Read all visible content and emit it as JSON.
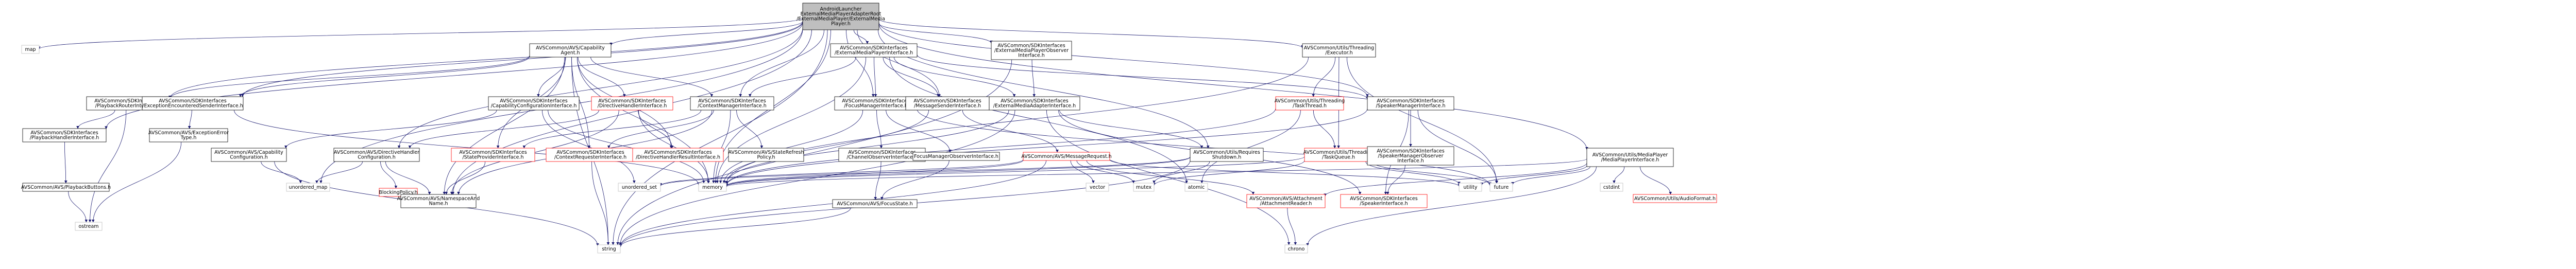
{
  "colors": {
    "root_fill": "#bfbfbf",
    "node_fill": "#ffffff",
    "node_border": "#000000",
    "node_border_red": "#ff0000",
    "ext_border": "#bfbfbf",
    "edge": "#191970",
    "text": "#000000"
  },
  "nodes": [
    {
      "id": "root",
      "kind": "root",
      "lines": [
        "AndroidLauncher",
        "ExternalMediaPlayerAdapterRoot",
        "/ExternalMediaPlayer/ExternalMedia",
        "Player.h"
      ]
    },
    {
      "id": "map",
      "kind": "ext",
      "lines": [
        "map"
      ]
    },
    {
      "id": "capagent",
      "kind": "doc",
      "lines": [
        "AVSCommon/AVS/Capability",
        "Agent.h"
      ]
    },
    {
      "id": "extmpi",
      "kind": "doc",
      "lines": [
        "AVSCommon/SDKInterfaces",
        "/ExternalMediaPlayerInterface.h"
      ]
    },
    {
      "id": "extmpobs",
      "kind": "doc",
      "lines": [
        "AVSCommon/SDKInterfaces",
        "/ExternalMediaPlayerObserver",
        "Interface.h"
      ]
    },
    {
      "id": "threadexec",
      "kind": "doc",
      "lines": [
        "AVSCommon/Utils/Threading",
        "/Executor.h"
      ]
    },
    {
      "id": "playbackrouter",
      "kind": "doc",
      "lines": [
        "AVSCommon/SDKInterfaces",
        "/PlaybackRouterInterface.h"
      ]
    },
    {
      "id": "excsender",
      "kind": "doc",
      "lines": [
        "AVSCommon/SDKInterfaces",
        "/ExceptionEncounteredSenderInterface.h"
      ]
    },
    {
      "id": "capconfig",
      "kind": "doc",
      "lines": [
        "AVSCommon/SDKInterfaces",
        "/CapabilityConfigurationInterface.h"
      ]
    },
    {
      "id": "dirhandler",
      "kind": "red",
      "lines": [
        "AVSCommon/SDKInterfaces",
        "/DirectiveHandlerInterface.h"
      ]
    },
    {
      "id": "ctxmgr",
      "kind": "doc",
      "lines": [
        "AVSCommon/SDKInterfaces",
        "/ContextManagerInterface.h"
      ]
    },
    {
      "id": "focusmgr",
      "kind": "doc",
      "lines": [
        "AVSCommon/SDKInterfaces",
        "/FocusManagerInterface.h"
      ]
    },
    {
      "id": "msgsender",
      "kind": "doc",
      "lines": [
        "AVSCommon/SDKInterfaces",
        "/MessageSenderInterface.h"
      ]
    },
    {
      "id": "extmediaadapter",
      "kind": "doc",
      "lines": [
        "AVSCommon/SDKInterfaces",
        "/ExternalMediaAdapterInterface.h"
      ]
    },
    {
      "id": "tasktype",
      "kind": "red",
      "lines": [
        "AVSCommon/Utils/Threading",
        "/TaskThread.h"
      ]
    },
    {
      "id": "speakermgr",
      "kind": "doc",
      "lines": [
        "AVSCommon/SDKInterfaces",
        "/SpeakerManagerInterface.h"
      ]
    },
    {
      "id": "playbackhandler",
      "kind": "doc",
      "lines": [
        "AVSCommon/SDKInterfaces",
        "/PlaybackHandlerInterface.h"
      ]
    },
    {
      "id": "excerrortype",
      "kind": "doc",
      "lines": [
        "AVSCommon/AVS/ExceptionError",
        "Type.h"
      ]
    },
    {
      "id": "capconfiguration",
      "kind": "doc",
      "lines": [
        "AVSCommon/AVS/Capability",
        "Configuration.h"
      ]
    },
    {
      "id": "avsdirhandlercfg",
      "kind": "doc",
      "lines": [
        "AVSCommon/AVS/DirectiveHandler",
        "Configuration.h"
      ]
    },
    {
      "id": "stateprovider",
      "kind": "red",
      "lines": [
        "AVSCommon/SDKInterfaces",
        "/StateProviderInterface.h"
      ]
    },
    {
      "id": "ctxrequester",
      "kind": "red",
      "lines": [
        "AVSCommon/SDKInterfaces",
        "/ContextRequesterInterface.h"
      ]
    },
    {
      "id": "dirhandlerresult",
      "kind": "red",
      "lines": [
        "AVSCommon/SDKInterfaces",
        "/DirectiveHandlerResultInterface.h"
      ]
    },
    {
      "id": "staterefresh",
      "kind": "doc",
      "lines": [
        "AVSCommon/AVS/StateRefresh",
        "Policy.h"
      ]
    },
    {
      "id": "channelobs",
      "kind": "doc",
      "lines": [
        "AVSCommon/SDKInterfaces",
        "/ChannelObserverInterface.h"
      ]
    },
    {
      "id": "focusmgrobs",
      "kind": "doc",
      "lines": [
        "FocusManagerObserverInterface.h"
      ]
    },
    {
      "id": "msgrequest",
      "kind": "red",
      "lines": [
        "AVSCommon/AVS/MessageRequest.h"
      ]
    },
    {
      "id": "reqshutdown",
      "kind": "doc",
      "lines": [
        "AVSCommon/Utils/Requires",
        "Shutdown.h"
      ]
    },
    {
      "id": "tasktypequeue",
      "kind": "red",
      "lines": [
        "AVSCommon/Utils/Threading",
        "/TaskQueue.h"
      ]
    },
    {
      "id": "speakermgrobs",
      "kind": "doc",
      "lines": [
        "AVSCommon/SDKInterfaces",
        "/SpeakerManagerObserver",
        "Interface.h"
      ]
    },
    {
      "id": "mediaplayer",
      "kind": "doc",
      "lines": [
        "AVSCommon/Utils/MediaPlayer",
        "/MediaPlayerInterface.h"
      ]
    },
    {
      "id": "playbackbuttons",
      "kind": "doc",
      "lines": [
        "AVSCommon/AVS/PlaybackButtons.h"
      ]
    },
    {
      "id": "blockingpolicy",
      "kind": "red",
      "lines": [
        "BlockingPolicy.h"
      ]
    },
    {
      "id": "nsname",
      "kind": "doc",
      "lines": [
        "AVSCommon/AVS/NamespaceAnd",
        "Name.h"
      ]
    },
    {
      "id": "focusstate",
      "kind": "doc",
      "lines": [
        "AVSCommon/AVS/FocusState.h"
      ]
    },
    {
      "id": "attachreader",
      "kind": "red",
      "lines": [
        "AVSCommon/AVS/Attachment",
        "/AttachmentReader.h"
      ]
    },
    {
      "id": "speakerif",
      "kind": "red",
      "lines": [
        "AVSCommon/SDKInterfaces",
        "/SpeakerInterface.h"
      ]
    },
    {
      "id": "audioformat",
      "kind": "red",
      "lines": [
        "AVSCommon/Utils/AudioFormat.h"
      ]
    },
    {
      "id": "unordered_map",
      "kind": "ext",
      "lines": [
        "unordered_map"
      ]
    },
    {
      "id": "unordered_set",
      "kind": "ext",
      "lines": [
        "unordered_set"
      ]
    },
    {
      "id": "memory",
      "kind": "ext",
      "lines": [
        "memory"
      ]
    },
    {
      "id": "vector",
      "kind": "ext",
      "lines": [
        "vector"
      ]
    },
    {
      "id": "mutex",
      "kind": "ext",
      "lines": [
        "mutex"
      ]
    },
    {
      "id": "atomic",
      "kind": "ext",
      "lines": [
        "atomic"
      ]
    },
    {
      "id": "utility",
      "kind": "ext",
      "lines": [
        "utility"
      ]
    },
    {
      "id": "future",
      "kind": "ext",
      "lines": [
        "future"
      ]
    },
    {
      "id": "cstdint",
      "kind": "ext",
      "lines": [
        "cstdint"
      ]
    },
    {
      "id": "ostream",
      "kind": "ext",
      "lines": [
        "ostream"
      ]
    },
    {
      "id": "string",
      "kind": "ext",
      "lines": [
        "string"
      ]
    },
    {
      "id": "chrono",
      "kind": "ext",
      "lines": [
        "chrono"
      ]
    }
  ]
}
